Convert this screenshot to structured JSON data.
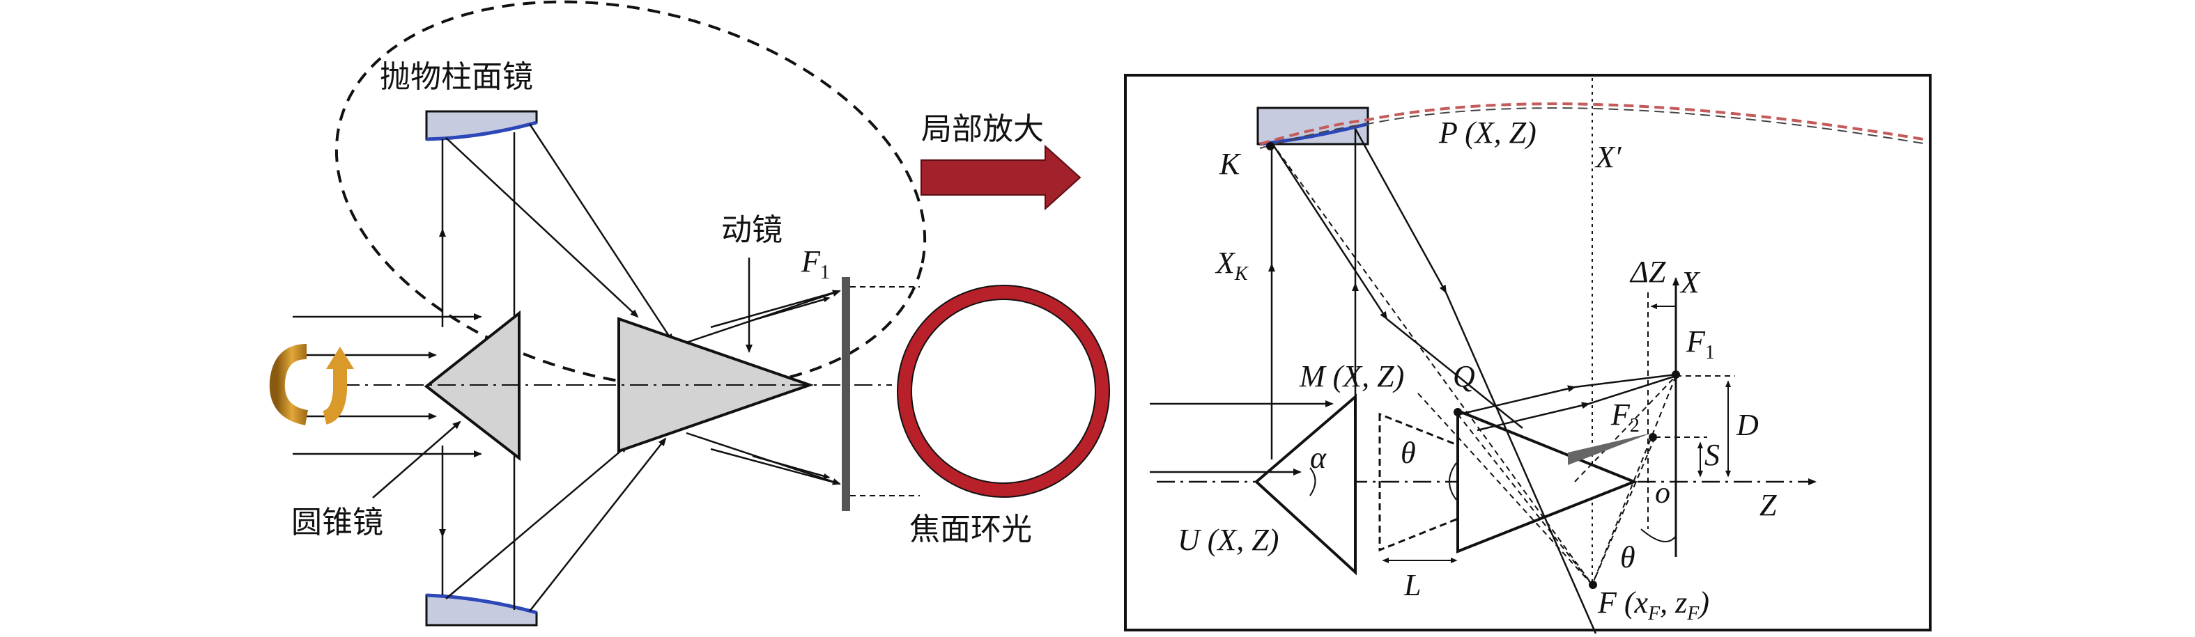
{
  "left_panel": {
    "mirror_label": "抛物柱面镜",
    "zoom_label": "局部放大",
    "moving_mirror_label": "动镜",
    "focus_label": "F",
    "focus_sub": "1",
    "cone_label": "圆锥镜",
    "ring_label": "焦面环光"
  },
  "right_panel": {
    "K": "K",
    "P_label": "P (X, Z)",
    "X_prime": "X′",
    "XK": "X",
    "XK_sub": "K",
    "delta_Z": "ΔZ",
    "X_axis": "X",
    "F1": "F",
    "F1_sub": "1",
    "M_label": "M (X, Z)",
    "Q": "Q",
    "F2": "F",
    "F2_sub": "2",
    "D": "D",
    "S": "S",
    "alpha": "α",
    "theta1": "θ",
    "o": "o",
    "Z_axis": "Z",
    "U_label": "U (X, Z)",
    "L": "L",
    "theta2": "θ",
    "F_prefix": "F (",
    "F_x": "x",
    "F_x_sub": "F",
    "F_sep": ", ",
    "F_z": "z",
    "F_z_sub": "F",
    "F_suffix": ")"
  },
  "colors": {
    "mirror_fill": "#c7cbe0",
    "mirror_edge": "#2b47b8",
    "ring": "#b8202a",
    "arrow": "#a3212b",
    "cone_fill": "#d3d3d3",
    "rotation_arrow": "#c8901e",
    "parabola": "#c45a5a"
  },
  "icons": {
    "zoom_arrow": "right-arrow-icon",
    "rotation": "rotation-arrow-icon"
  }
}
